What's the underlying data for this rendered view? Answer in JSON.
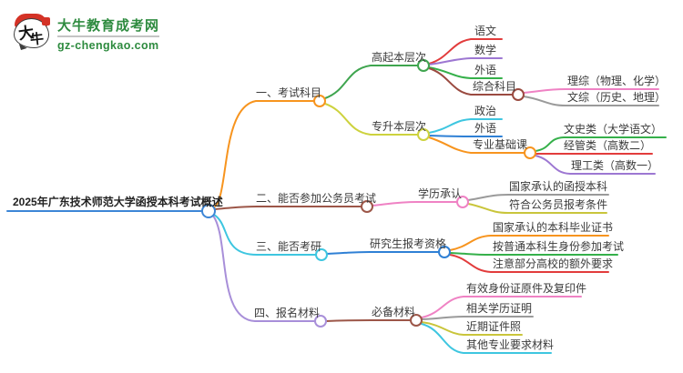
{
  "logo": {
    "mark_char_1": "大",
    "mark_char_2": "牛",
    "title": "大牛教育成考网",
    "domain": "gz-chengkao.com"
  },
  "root": {
    "label": "2025年广东技术师范大学函授本科考试概述"
  },
  "branches": [
    {
      "label": "一、考试科目",
      "children": [
        {
          "label": "高起本层次",
          "children": [
            {
              "label": "语文"
            },
            {
              "label": "数学"
            },
            {
              "label": "外语"
            },
            {
              "label": "综合科目",
              "children": [
                {
                  "label": "理综（物理、化学）"
                },
                {
                  "label": "文综（历史、地理）"
                }
              ]
            }
          ]
        },
        {
          "label": "专升本层次",
          "children": [
            {
              "label": "政治"
            },
            {
              "label": "外语"
            },
            {
              "label": "专业基础课",
              "children": [
                {
                  "label": "文史类（大学语文）"
                },
                {
                  "label": "经管类（高数二）"
                },
                {
                  "label": "理工类（高数一）"
                }
              ]
            }
          ]
        }
      ]
    },
    {
      "label": "二、能否参加公务员考试",
      "children": [
        {
          "label": "学历承认",
          "children": [
            {
              "label": "国家承认的函授本科"
            },
            {
              "label": "符合公务员报考条件"
            }
          ]
        }
      ]
    },
    {
      "label": "三、能否考研",
      "children": [
        {
          "label": "研究生报考资格",
          "children": [
            {
              "label": "国家承认的本科毕业证书"
            },
            {
              "label": "按普通本科生身份参加考试"
            },
            {
              "label": "注意部分高校的额外要求"
            }
          ]
        }
      ]
    },
    {
      "label": "四、报名材料",
      "children": [
        {
          "label": "必备材料",
          "children": [
            {
              "label": "有效身份证原件及复印件"
            },
            {
              "label": "相关学历证明"
            },
            {
              "label": "近期证件照"
            },
            {
              "label": "其他专业要求材料"
            }
          ]
        }
      ]
    }
  ],
  "palette": {
    "root_blue": "#3d86d6",
    "orange": "#f7941e",
    "brown": "#9c5648",
    "maroon": "#9a4a40",
    "cyan": "#3ec6e0",
    "violet": "#a88fd9",
    "green": "#3fa54f",
    "yellow_green": "#cdd23e",
    "red": "#e23c3c",
    "purple": "#9d77d2",
    "bright_green": "#35b04a",
    "pink": "#ef82c4",
    "gray": "#9a9a9a",
    "blue": "#2f80d5",
    "yellow": "#c9c53b",
    "logo_green": "#2e8b3f",
    "logo_red": "#d43226"
  }
}
